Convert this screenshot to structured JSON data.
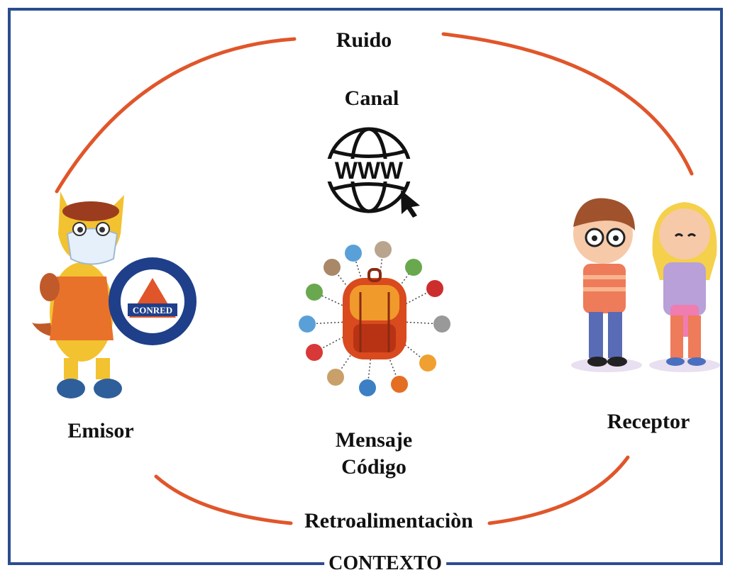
{
  "diagram": {
    "ruido": "Ruido",
    "canal": "Canal",
    "emisor": "Emisor",
    "receptor": "Receptor",
    "mensaje": "Mensaje",
    "codigo": "Código",
    "retroalimentacion": "Retroalimentaciòn",
    "contexto": "CONTEXTO",
    "canal_icon_text": "WWW",
    "badge_text": "CONRED"
  },
  "colors": {
    "frame": "#2b4d8f",
    "arc": "#e0562a",
    "text": "#111111"
  },
  "icons": {
    "canal": "www-globe-icon",
    "mensaje": "emergency-backpack-icon",
    "emisor": "mascot-conred-icon",
    "receptor": "children-icon"
  }
}
